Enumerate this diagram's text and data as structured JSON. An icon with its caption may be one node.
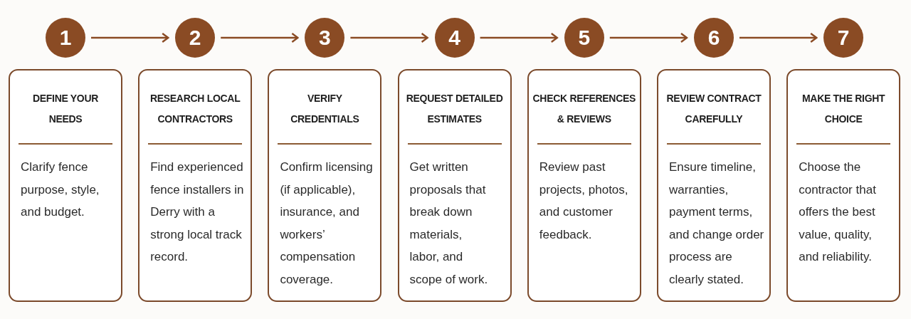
{
  "diagram": {
    "nodes": [
      {
        "text": [
          "1"
        ]
      },
      {
        "text": [
          "2"
        ]
      },
      {
        "text": [
          "3"
        ]
      },
      {
        "text": [
          "4"
        ]
      },
      {
        "text": [
          "5"
        ]
      },
      {
        "text": [
          "6"
        ]
      },
      {
        "text": [
          "7"
        ]
      },
      {
        "text": [
          "DEFINE YOUR NEEDS",
          "Clarify fence purpose, style, and budget."
        ]
      },
      {
        "text": [
          "RESEARCH LOCAL CONTRACTORS",
          "Find experienced fence installers in Derry with a strong local track record."
        ]
      },
      {
        "text": [
          "VERIFY CREDENTIALS",
          "Confirm licensing (if applicable), insurance, and workers’ compensation coverage."
        ]
      },
      {
        "text": [
          "REQUEST DETAILED ESTIMATES",
          "Get written proposals that break down materials, labor, and scope of work."
        ]
      },
      {
        "text": [
          "CHECK REFERENCES & REVIEWS",
          "Review past projects, photos, and customer feedback."
        ]
      },
      {
        "text": [
          "REVIEW CONTRACT CAREFULLY",
          "Ensure timeline, warranties, payment terms, and change order process are clearly stated."
        ]
      },
      {
        "text": [
          "MAKE THE RIGHT CHOICE",
          "Choose the contractor that offers the best value, quality, and reliability."
        ]
      }
    ],
    "edges": [
      {
        "from": 0,
        "to": 1,
        "arrow": "to"
      },
      {
        "from": 1,
        "to": 2,
        "arrow": "to"
      },
      {
        "from": 2,
        "to": 3,
        "arrow": "to"
      },
      {
        "from": 3,
        "to": 4,
        "arrow": "to"
      },
      {
        "from": 4,
        "to": 5,
        "arrow": "to"
      },
      {
        "from": 5,
        "to": 6,
        "arrow": "to"
      }
    ]
  }
}
